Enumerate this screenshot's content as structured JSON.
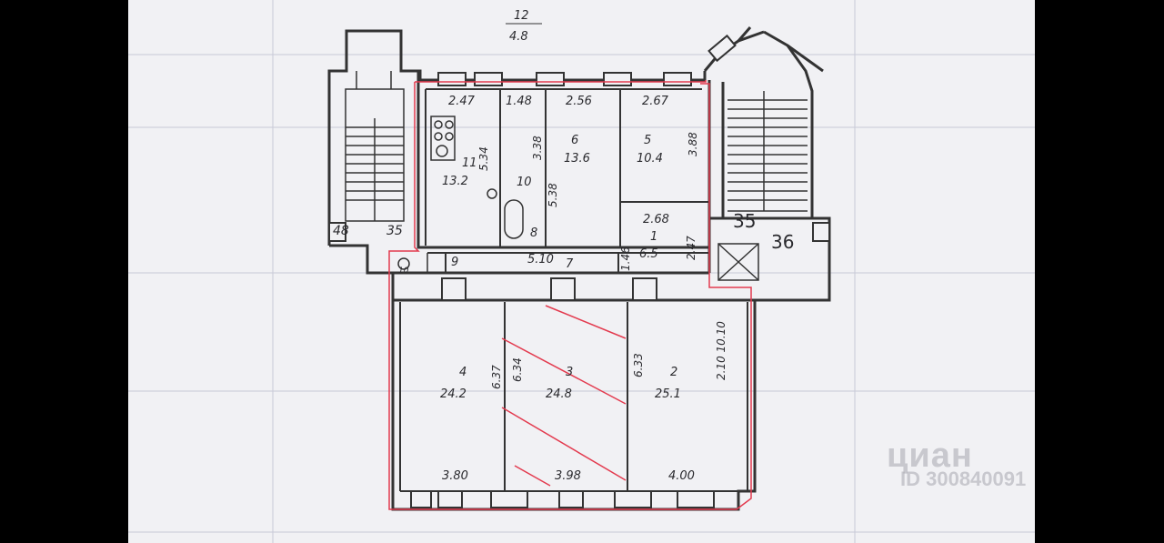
{
  "plan": {
    "stair_label": {
      "num": "12",
      "area": "4.8"
    },
    "rooms": [
      {
        "id": "11",
        "num": "11",
        "area": "13.2"
      },
      {
        "id": "10",
        "num": "10",
        "area": ""
      },
      {
        "id": "6",
        "num": "6",
        "area": "13.6"
      },
      {
        "id": "5",
        "num": "5",
        "area": "10.4"
      },
      {
        "id": "1",
        "num": "1",
        "area": "6.5"
      },
      {
        "id": "4",
        "num": "4",
        "area": "24.2"
      },
      {
        "id": "3",
        "num": "3",
        "area": "24.8"
      },
      {
        "id": "2",
        "num": "2",
        "area": "25.1"
      },
      {
        "id": "9",
        "num": "9",
        "area": ""
      },
      {
        "id": "7",
        "num": "7",
        "area": ""
      },
      {
        "id": "8",
        "num": "8",
        "area": ""
      }
    ],
    "dimensions": {
      "w_11": "2.47",
      "w_10": "1.48",
      "w_6": "2.56",
      "w_5": "2.67",
      "h_11": "5.34",
      "h_10": "3.38",
      "h_6": "5.38",
      "h_5": "3.88",
      "w_1": "2.68",
      "h_1": "2.47",
      "corridor": "5.10",
      "small": "1.46",
      "h_4": "6.37",
      "h_3": "6.34",
      "h_2": "6.33",
      "h_2b": "2.10 10.10",
      "w_4": "3.80",
      "w_3": "3.98",
      "w_2": "4.00"
    },
    "neighbors": {
      "left_a": "48",
      "left_b": "35",
      "right_a": "35",
      "right_b": "36",
      "small": "10"
    }
  },
  "watermark": {
    "brand": "циан",
    "id_text": "ID 300840091"
  },
  "colors": {
    "background": "#000000",
    "paper": "#f1f1f4",
    "ink": "#2a2a2e",
    "red": "#e33a4e",
    "grid": "#c7c9d6"
  }
}
